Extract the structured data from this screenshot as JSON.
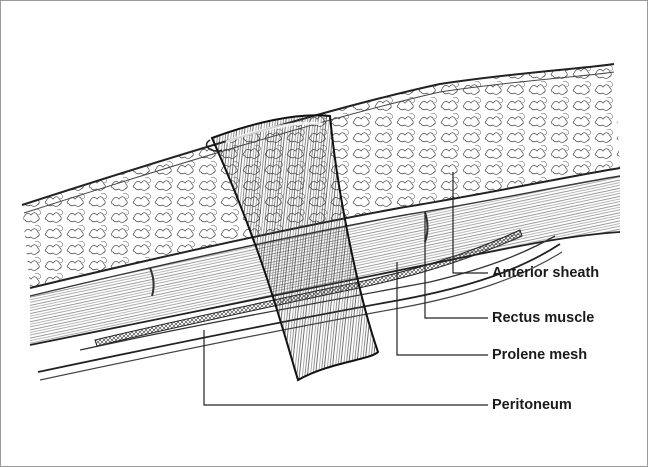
{
  "figure": {
    "labels": {
      "anterior_sheath": "Anterior sheath",
      "rectus_muscle": "Rectus muscle",
      "prolene_mesh": "Prolene mesh",
      "peritoneum": "Peritoneum"
    }
  },
  "colors": {
    "ink": "#222222",
    "paper": "#ffffff",
    "frame": "#9a9a9a"
  }
}
